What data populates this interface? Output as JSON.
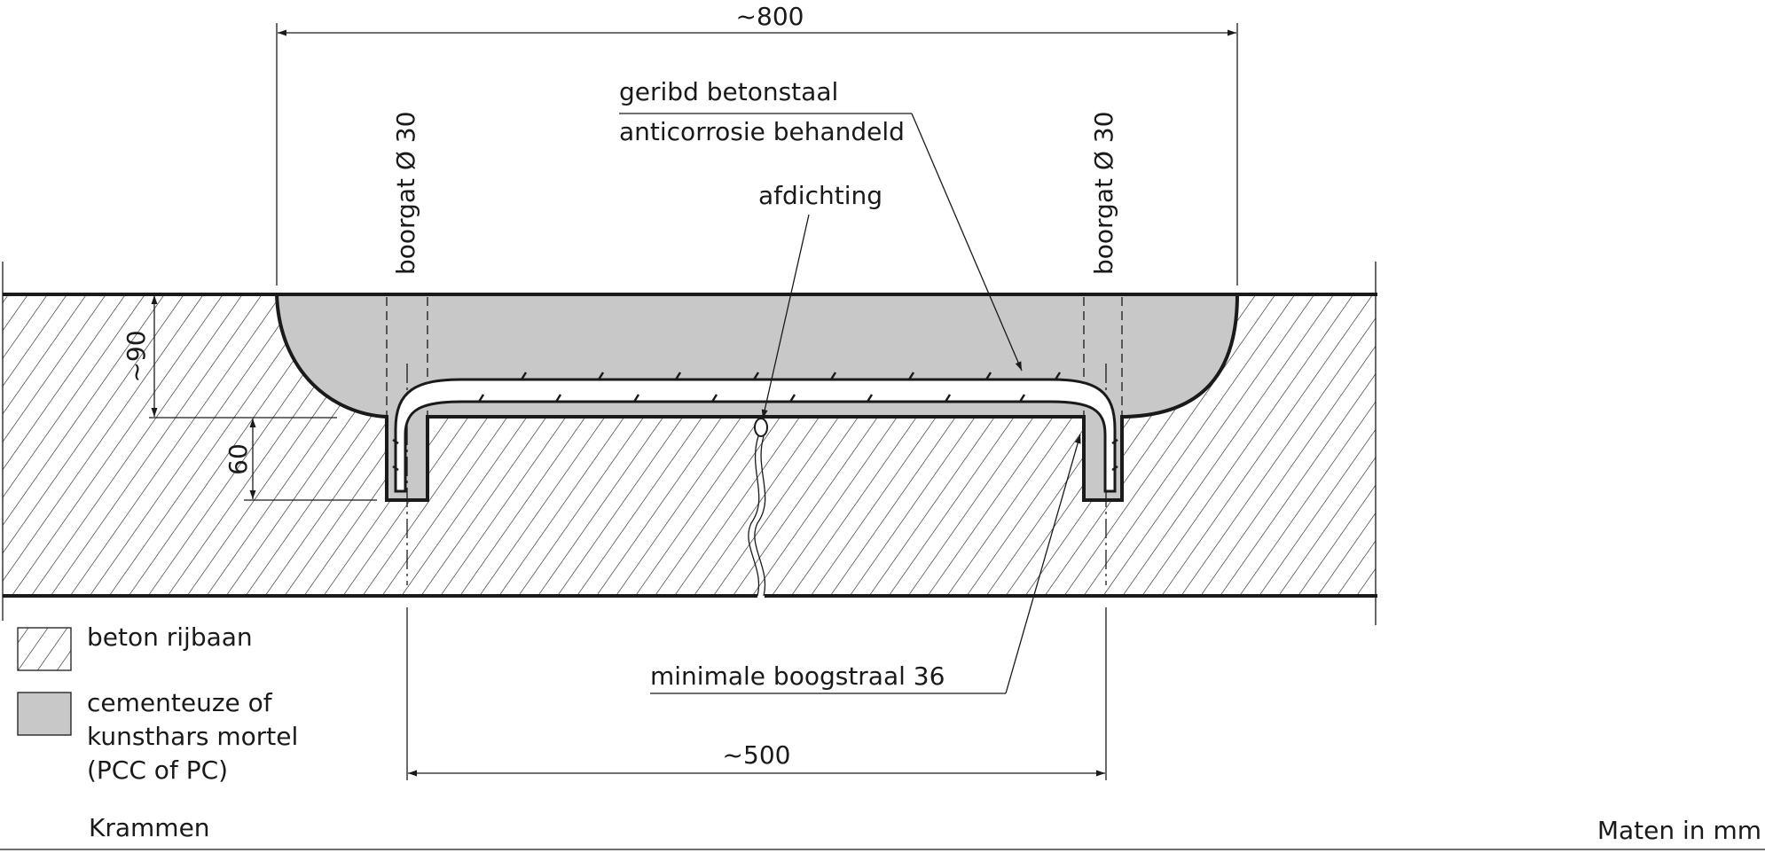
{
  "dimensions": {
    "top_width": "~800",
    "bottom_width": "~500",
    "depth_total": "~90",
    "depth_hole": "60"
  },
  "callouts": {
    "rebar_line1": "geribd betonstaal",
    "rebar_line2": "anticorrosie behandeld",
    "sealant": "afdichting",
    "borehole_left": "boorgat Ø 30",
    "borehole_right": "boorgat Ø 30",
    "bend_radius": "minimale boogstraal 36"
  },
  "legend": [
    {
      "pattern": "hatch",
      "lines": [
        "beton rijbaan"
      ]
    },
    {
      "pattern": "grey-fill",
      "lines": [
        "cementeuze of",
        "kunsthars mortel",
        "(PCC of PC)"
      ]
    }
  ],
  "caption": "Krammen",
  "units_note": "Maten in mm",
  "colors": {
    "line": "#1a1a1a",
    "mortar": "#c8c8c8",
    "background": "#ffffff"
  }
}
